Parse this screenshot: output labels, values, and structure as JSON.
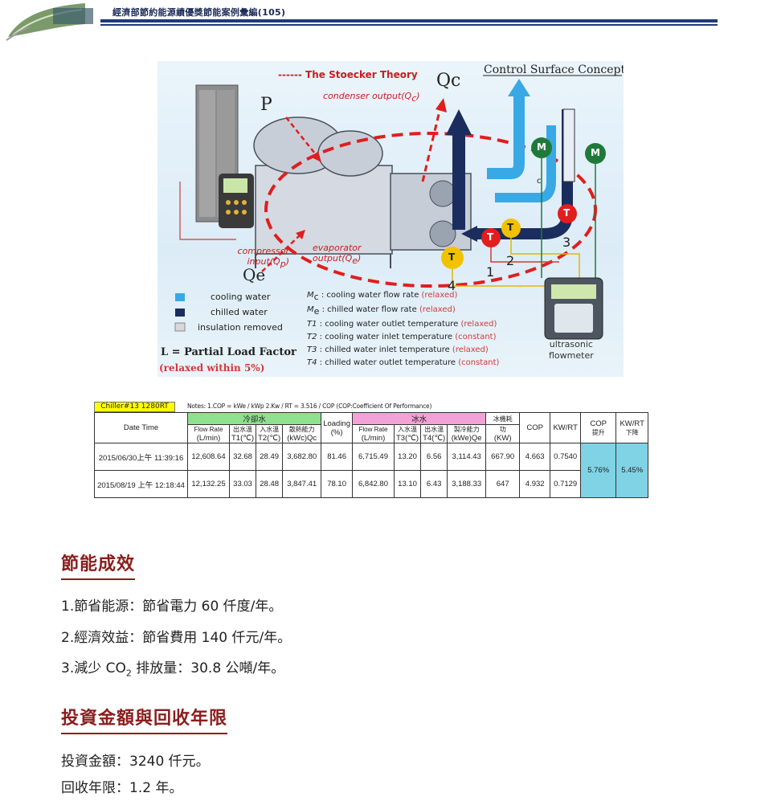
{
  "header": {
    "title": "經濟部節約能源績優獎節能案例彙編(105)"
  },
  "figure": {
    "theory_label": "------ The Stoecker Theory",
    "control_surface": "Control Surface Concept",
    "qc": "Qc",
    "qe": "Qe",
    "p": "P",
    "condenser": "condenser output(Q",
    "condenser_sub": "c",
    "compressor1": "compressor",
    "compressor2": "input(Q",
    "compressor_sub": "p",
    "evaporator1": "evaporator",
    "evaporator2": "output(Q",
    "evaporator_sub": "e",
    "legend": [
      "cooling water",
      "chilled water",
      "insulation removed"
    ],
    "plf_line1": "L   = Partial Load Factor",
    "plf_line2": "(relaxed within 5%)",
    "notes": [
      {
        "k": "M",
        "sub": "c",
        "t": " : cooling water flow rate ",
        "r": "(relaxed)"
      },
      {
        "k": "M",
        "sub": "e",
        "t": " : chilled water flow rate ",
        "r": "(relaxed)"
      },
      {
        "k": "T1",
        "sub": "",
        "t": "  : cooling water outlet temperature ",
        "r": "(relaxed)"
      },
      {
        "k": "T2",
        "sub": "",
        "t": "  : cooling water inlet temperature ",
        "r": "(constant)"
      },
      {
        "k": "T3",
        "sub": "",
        "t": "  : chilled water inlet temperature ",
        "r": "(relaxed)"
      },
      {
        "k": "T4",
        "sub": "",
        "t": "  : chilled water outlet temperature ",
        "r": "(constant)"
      }
    ],
    "flowmeter1": "ultrasonic",
    "flowmeter2": "flowmeter",
    "num1": "1",
    "num2": "2",
    "num3": "3",
    "num4": "4",
    "sensor_t": "T",
    "sensor_m": "M",
    "label_c": "c"
  },
  "table": {
    "chiller": "Chiller#13 1280RT",
    "notes": "Notes: 1.COP = kWe / kWp    2.Kw / RT = 3.516 / COP (COP:Coefficient Of Performance)",
    "h_date": "Date Time",
    "h_cooling": "冷卻水",
    "h_loading": "Loading",
    "h_loading_unit": "(%)",
    "h_chilled": "冰水",
    "h_power": "冰機耗",
    "h_power2": "功",
    "h_power_unit": "(KW)",
    "h_cop": "COP",
    "h_kwrt": "KW/RT",
    "h_cop_up": "COP",
    "h_cop_up2": "提升",
    "h_kwrt_down": "KW/RT",
    "h_kwrt_down2": "下降",
    "sub_cool": [
      [
        "Flow Rate",
        "(L/min)"
      ],
      [
        "出水溫",
        "T1(℃)"
      ],
      [
        "入水溫",
        "T2(℃)"
      ],
      [
        "散熱能力",
        "(kWc)Qc"
      ]
    ],
    "sub_chill": [
      [
        "Flow Rate",
        "(L/min)"
      ],
      [
        "入水溫",
        "T3(℃)"
      ],
      [
        "出水溫",
        "T4(℃)"
      ],
      [
        "製冷能力",
        "(kWe)Qe"
      ]
    ],
    "rows": [
      [
        "2015/06/30上午 11:39:16",
        "12,608.64",
        "32.68",
        "28.49",
        "3,682.80",
        "81.46",
        "6,715.49",
        "13.20",
        "6.56",
        "3,114.43",
        "667.90",
        "4.663",
        "0.7540"
      ],
      [
        "2015/08/19 上午 12:18:44",
        "12,132.25",
        "33.03",
        "28.48",
        "3,847.41",
        "78.10",
        "6,842.80",
        "13.10",
        "6.43",
        "3,188.33",
        "647",
        "4.932",
        "0.7129"
      ]
    ],
    "cop_improve": "5.76%",
    "kwrt_reduce": "5.45%"
  },
  "sections": {
    "s1_title": "節能成效",
    "s1_items": [
      "1.節省能源：節省電力 60 仟度/年。",
      "2.經濟效益：節省費用 140 仟元/年。"
    ],
    "s1_item3_pre": "3.減少 CO",
    "s1_item3_sub": "2",
    "s1_item3_post": " 排放量：30.8 公噸/年。",
    "s2_title": "投資金額與回收年限",
    "s2_items": [
      "投資金額：3240 仟元。",
      "回收年限：1.2 年。"
    ]
  }
}
